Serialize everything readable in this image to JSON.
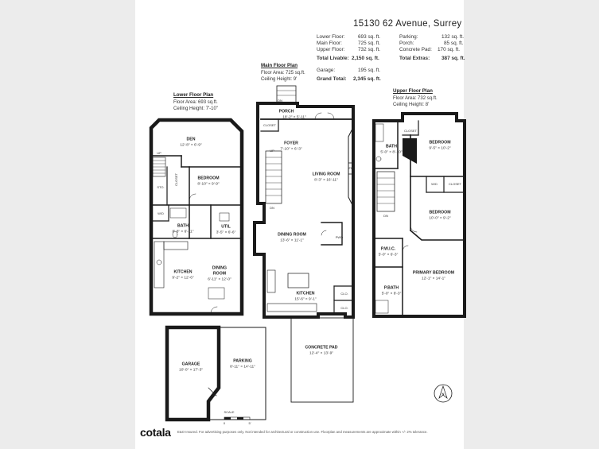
{
  "header": {
    "address": "15130 62 Avenue, Surrey"
  },
  "summary": {
    "left": [
      {
        "label": "Lower Floor:",
        "value": "693 sq. ft."
      },
      {
        "label": "Main Floor:",
        "value": "725 sq. ft."
      },
      {
        "label": "Upper Floor:",
        "value": "732 sq. ft."
      },
      {
        "label": "Total Livable:",
        "value": "2,150 sq. ft."
      }
    ],
    "right": [
      {
        "label": "Parking:",
        "value": "132 sq. ft."
      },
      {
        "label": "Porch:",
        "value": "85 sq. ft."
      },
      {
        "label": "Concrete Pad:",
        "value": "170 sq. ft."
      },
      {
        "label": "Total Extras:",
        "value": "387 sq. ft."
      }
    ],
    "garage": {
      "label": "Garage:",
      "value": "195 sq. ft."
    },
    "grand_total": {
      "label": "Grand Total:",
      "value": "2,345 sq. ft."
    }
  },
  "plans": {
    "lower": {
      "title": "Lower Floor Plan",
      "area": "Floor Area: 693 sq.ft.",
      "height": "Ceiling Height: 7'-10\""
    },
    "main": {
      "title": "Main Floor Plan",
      "area": "Floor Area: 725 sq.ft.",
      "height": "Ceiling Height: 9'"
    },
    "upper": {
      "title": "Upper Floor Plan",
      "area": "Floor Area: 732 sq.ft.",
      "height": "Ceiling Height: 8'"
    }
  },
  "rooms": {
    "den": {
      "name": "DEN",
      "dim": "12'-8\" × 6'-9\""
    },
    "lower_bedroom": {
      "name": "BEDROOM",
      "dim": "8'-10\" × 9'-9\""
    },
    "sto": {
      "name": "STO."
    },
    "lower_closet": {
      "name": "CLOSET"
    },
    "lower_wd": {
      "name": "W/D"
    },
    "lower_bath": {
      "name": "BATH",
      "dim": "8'-8\" × 6'-11\""
    },
    "util": {
      "name": "UTIL",
      "dim": "3'-5\" × 6'-6\""
    },
    "lower_kitchen": {
      "name": "KITCHEN",
      "dim": "9'-2\" × 12'-6\""
    },
    "lower_dining": {
      "name": "DINING ROOM",
      "name_1": "DINING",
      "name_2": "ROOM",
      "dim": "6'-11\" × 12'-0\""
    },
    "porch": {
      "name": "PORCH",
      "dim": "18'-2\" × 5'-11\""
    },
    "main_closet": {
      "name": "CLOSET"
    },
    "foyer": {
      "name": "FOYER",
      "dim": "7'-10\" × 6'-3\""
    },
    "living": {
      "name": "LIVING ROOM",
      "dim": "8'-3\" × 16'-11\""
    },
    "fp": {
      "name": "FP"
    },
    "main_dining": {
      "name": "DINING ROOM",
      "dim": "13'-6\" × 11'-1\""
    },
    "pwd": {
      "name": "PWD."
    },
    "main_kitchen": {
      "name": "KITCHEN",
      "dim": "15'-6\" × 9'-1\""
    },
    "clo1": {
      "name": "CLO."
    },
    "clo2": {
      "name": "CLO."
    },
    "concrete_pad": {
      "name": "CONCRETE PAD",
      "dim": "12'-4\" × 13'-9\""
    },
    "garage": {
      "name": "GARAGE",
      "dim": "10'-0\" × 17'-3\""
    },
    "parking": {
      "name": "PARKING",
      "dim": "8'-11\" × 14'-11\""
    },
    "upper_closet": {
      "name": "CLOSET"
    },
    "upper_bath": {
      "name": "BATH",
      "dim": "5'-0\" × 8'-10\""
    },
    "bedroom2": {
      "name": "BEDROOM",
      "dim": "9'-5\" × 10'-2\""
    },
    "upper_wd": {
      "name": "W/D"
    },
    "upper_closet2": {
      "name": "CLOSET"
    },
    "bedroom3": {
      "name": "BEDROOM",
      "dim": "10'-0\" × 9'-2\""
    },
    "pwic": {
      "name": "P.W.I.C.",
      "dim": "5'-0\" × 6'-3\""
    },
    "primary": {
      "name": "PRIMARY BEDROOM",
      "dim": "12'-1\" × 14'-1\""
    },
    "pbath": {
      "name": "P.BATH",
      "dim": "5'-0\" × 8'-3\""
    }
  },
  "stairs": {
    "up": "UP",
    "dn": "DN"
  },
  "scale": {
    "label": "SCALE",
    "start": "0",
    "end": "5'"
  },
  "compass": {
    "letter": "N"
  },
  "footer": {
    "brand": "cotala",
    "disclaimer": "E&O Insured. For advertising purposes only. Not intended for architectural or construction use. Floorplan and measurements are approximate within +/- 2% tolerance."
  },
  "colors": {
    "wall": "#1a1a1a",
    "page": "#ffffff",
    "backdrop": "#ececec"
  }
}
